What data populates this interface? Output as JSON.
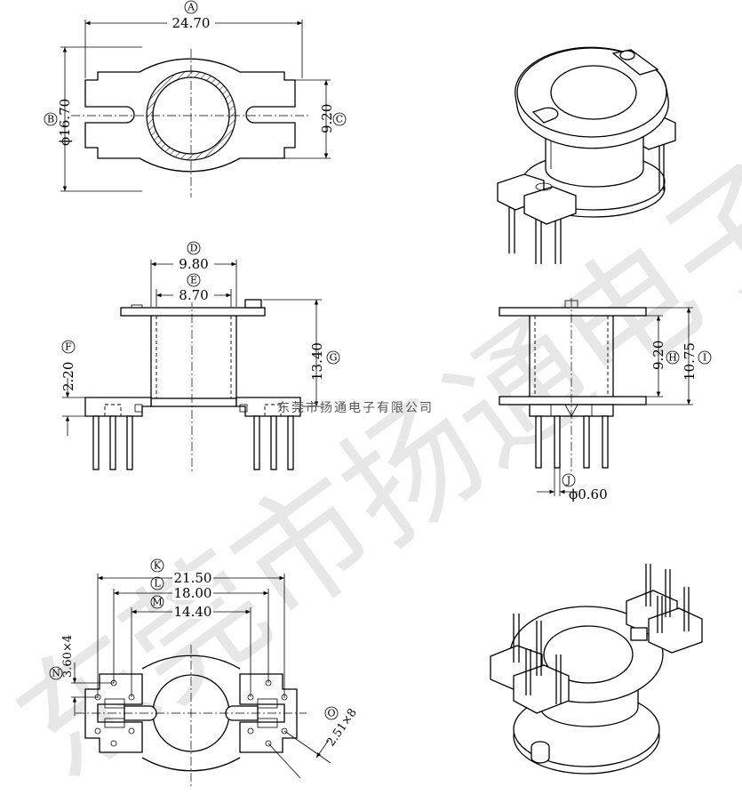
{
  "watermark": {
    "large": "东莞市扬通电子有限公司",
    "small": "东莞市扬通电子有限公司"
  },
  "dimensions": {
    "A": {
      "letter": "A",
      "value": "24.70"
    },
    "B": {
      "letter": "B",
      "value": "ϕ16.70"
    },
    "C": {
      "letter": "C",
      "value": "9.20"
    },
    "D": {
      "letter": "D",
      "value": "9.80"
    },
    "E": {
      "letter": "E",
      "value": "8.70"
    },
    "F": {
      "letter": "F",
      "value": "2.20"
    },
    "G": {
      "letter": "G",
      "value": "13.40"
    },
    "H": {
      "letter": "H",
      "value": "9.20"
    },
    "I": {
      "letter": "I",
      "value": "10.75"
    },
    "J": {
      "letter": "J",
      "value": "ϕ0.60"
    },
    "K": {
      "letter": "K",
      "value": "21.50"
    },
    "L": {
      "letter": "L",
      "value": "18.00"
    },
    "M": {
      "letter": "M",
      "value": "14.40"
    },
    "N": {
      "letter": "N",
      "value": "3.60×4"
    },
    "O": {
      "letter": "O",
      "value": "2.51×8"
    }
  }
}
